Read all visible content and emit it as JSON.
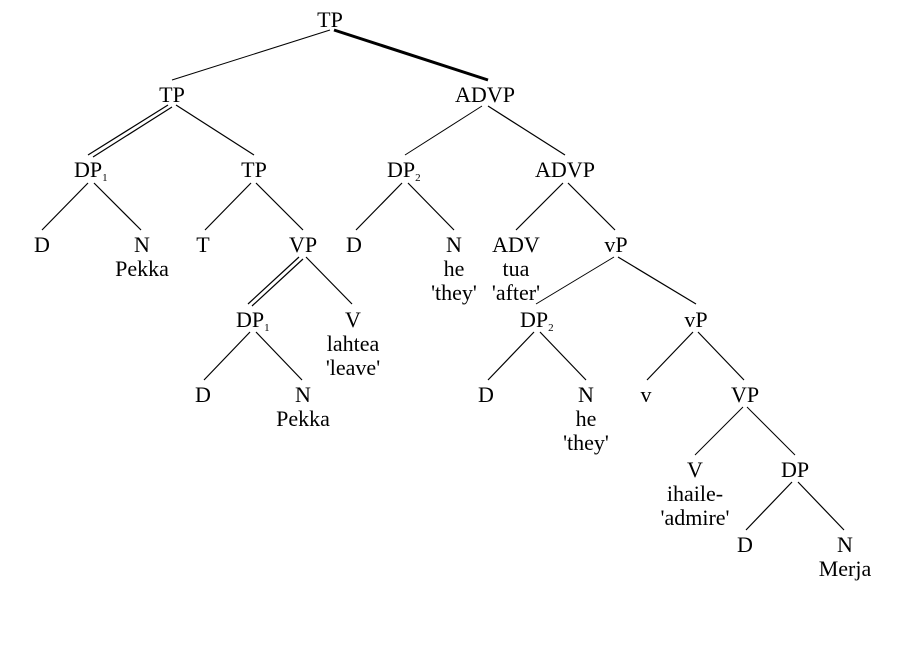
{
  "nodes": {
    "tp_root": "TP",
    "tp_left": "TP",
    "advp_top": "ADVP",
    "dp1": {
      "label": "DP",
      "index": "1"
    },
    "tp_inner": "TP",
    "dp2": {
      "label": "DP",
      "index": "2"
    },
    "advp_inner": "ADVP",
    "d_pekka": "D",
    "n_pekka": {
      "label": "N",
      "word": "Pekka"
    },
    "t": "T",
    "vp": "VP",
    "d_he": "D",
    "n_he": {
      "label": "N",
      "word": "he",
      "gloss": "'they'"
    },
    "adv": {
      "label": "ADV",
      "word": "tua",
      "gloss": "'after'"
    },
    "vp_little_top": "vP",
    "dp1_low": {
      "label": "DP",
      "index": "1"
    },
    "v_lahtea": {
      "label": "V",
      "word": "lahtea",
      "gloss": "'leave'"
    },
    "dp2_low": {
      "label": "DP",
      "index": "2"
    },
    "vp_little_low": "vP",
    "d_pekka_low": "D",
    "n_pekka_low": {
      "label": "N",
      "word": "Pekka"
    },
    "d_he_low": "D",
    "n_he_low": {
      "label": "N",
      "word": "he",
      "gloss": "'they'"
    },
    "v_small": "v",
    "vp_big": "VP",
    "v_ihaile": {
      "label": "V",
      "word": "ihaile-",
      "gloss": "'admire'"
    },
    "dp_merja": "DP",
    "d_merja": "D",
    "n_merja": {
      "label": "N",
      "word": "Merja"
    }
  }
}
